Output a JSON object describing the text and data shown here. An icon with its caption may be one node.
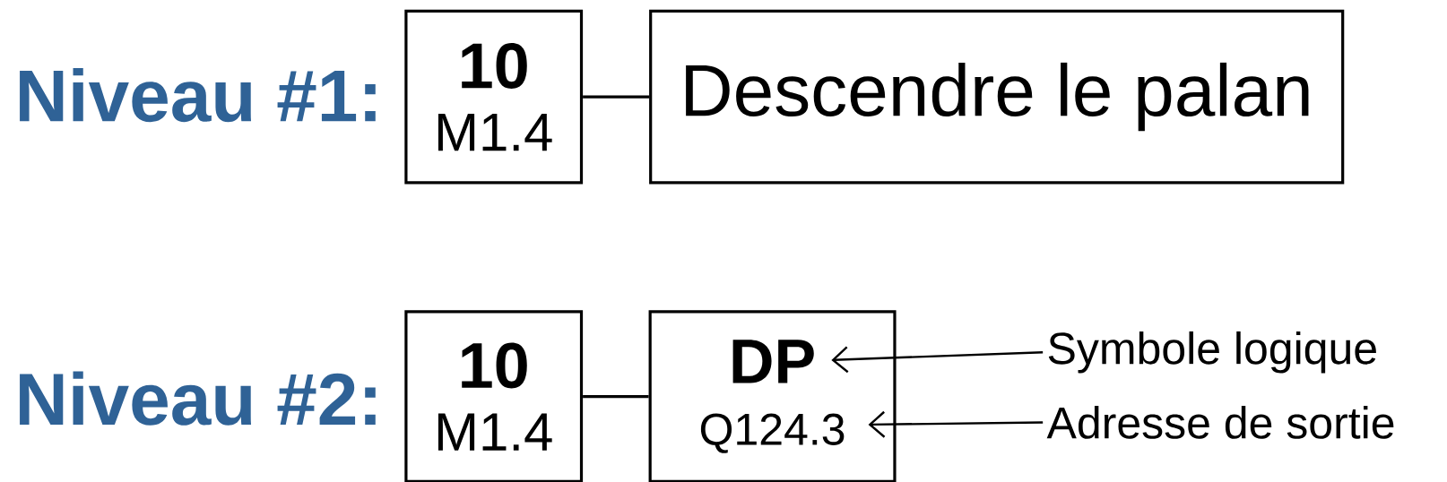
{
  "diagram": {
    "nodes": [
      {
        "text": [
          "10",
          "M1.4"
        ]
      },
      {
        "text": [
          "Descendre le palan"
        ]
      },
      {
        "text": [
          "10",
          "M1.4"
        ]
      },
      {
        "text": [
          "DP",
          "Q124.3"
        ]
      },
      {
        "text": [
          "Symbole logique"
        ]
      },
      {
        "text": [
          "Adresse de sortie"
        ]
      }
    ],
    "edges": [
      {
        "from": 0,
        "to": 1,
        "arrow": "none"
      },
      {
        "from": 2,
        "to": 3,
        "arrow": "none"
      },
      {
        "from": 4,
        "to": 3,
        "arrow": "to"
      },
      {
        "from": 5,
        "to": 3,
        "arrow": "to"
      }
    ],
    "labels": [
      "Niveau #1:",
      "Niveau #2:"
    ]
  }
}
